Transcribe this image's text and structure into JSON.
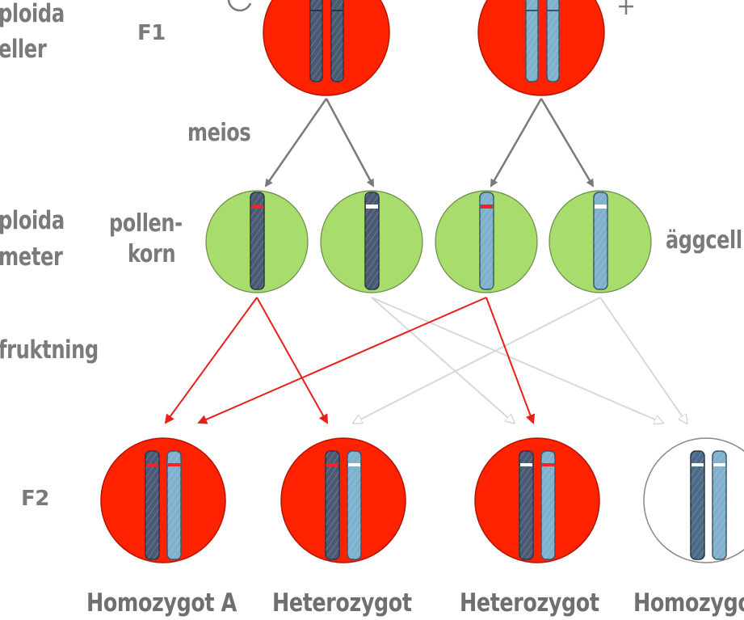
{
  "labels": {
    "diploid_cells_line1": "ploida",
    "diploid_cells_line2": "eller",
    "f1": "F1",
    "meiosis": "meios",
    "haploid_gametes_line1": "ploida",
    "haploid_gametes_line2": "meter",
    "pollen_line1": "pollen-",
    "pollen_line2": "korn",
    "egg_cells": "äggcell",
    "fertilization": "fruktning",
    "f2": "F2"
  },
  "f2_genotypes": [
    "Homozygot A",
    "Heterozygot",
    "Heterozygot",
    "Homozygo"
  ],
  "colors": {
    "dominant_cell": "#ff2200",
    "recessive_cell": "#ffffff",
    "gamete_cell": "#a8dd6e",
    "dark_chromosome": "#4a5a74",
    "light_chromosome": "#7fb0cc",
    "dominant_allele": "#ff2020",
    "recessive_allele": "#ffffff",
    "meiosis_arrow": "#7a7a7a",
    "dominant_fertilization_arrow": "#e8201a",
    "recessive_fertilization_arrow": "#d8d8d8",
    "label_text": "#7a7a7a"
  }
}
